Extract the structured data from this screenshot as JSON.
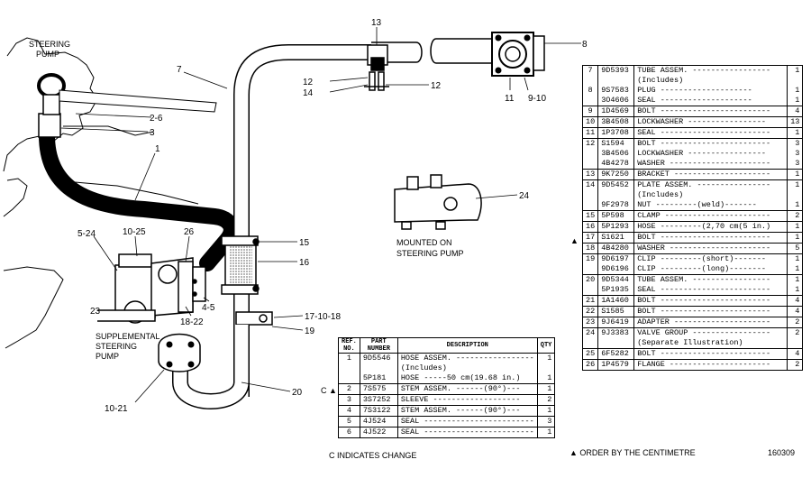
{
  "diagram": {
    "labels": {
      "steering_pump": "STEERING\nPUMP",
      "mounted_on": "MOUNTED ON\nSTEERING PUMP",
      "supplemental_pump": "SUPPLEMENTAL\nSTEERING\nPUMP"
    },
    "callouts": [
      "13",
      "8",
      "7",
      "12",
      "14",
      "12",
      "11",
      "9-10",
      "2-6",
      "3",
      "1",
      "24",
      "5-24",
      "10-25",
      "26",
      "15",
      "16",
      "23",
      "18-22",
      "4-5",
      "17-10-18",
      "19",
      "20",
      "10-21"
    ]
  },
  "right_table": {
    "rows": [
      {
        "ref": "7",
        "part": "9D5393",
        "desc": "TUBE ASSEM. -----------------",
        "qty": "1",
        "group_start": true
      },
      {
        "ref": "",
        "part": "",
        "desc": "   (Includes)",
        "qty": ""
      },
      {
        "ref": "8",
        "part": "9S7583",
        "desc": "   PLUG --------------------",
        "qty": "1"
      },
      {
        "ref": "",
        "part": "3O4606",
        "desc": "   SEAL --------------------",
        "qty": "1"
      },
      {
        "ref": "9",
        "part": "1D4569",
        "desc": "BOLT ------------------------",
        "qty": "4",
        "group_start": true
      },
      {
        "ref": "10",
        "part": "3B4508",
        "desc": "LOCKWASHER -----------------",
        "qty": "13",
        "group_start": true
      },
      {
        "ref": "11",
        "part": "1P3708",
        "desc": "SEAL ------------------------",
        "qty": "1",
        "group_start": true
      },
      {
        "ref": "12",
        "part": "S1594",
        "desc": "BOLT ------------------------",
        "qty": "3",
        "group_start": true
      },
      {
        "ref": "",
        "part": "3B4506",
        "desc": "LOCKWASHER -----------------",
        "qty": "3"
      },
      {
        "ref": "",
        "part": "4B4278",
        "desc": "WASHER ----------------------",
        "qty": "3"
      },
      {
        "ref": "13",
        "part": "9K7250",
        "desc": "BRACKET ---------------------",
        "qty": "1",
        "group_start": true
      },
      {
        "ref": "14",
        "part": "9D5452",
        "desc": "PLATE ASSEM. ----------------",
        "qty": "1",
        "group_start": true
      },
      {
        "ref": "",
        "part": "",
        "desc": "   (Includes)",
        "qty": ""
      },
      {
        "ref": "",
        "part": "9F2978",
        "desc": "   NUT ---------(weld)-------",
        "qty": "1"
      },
      {
        "ref": "15",
        "part": "5P598",
        "desc": "CLAMP -----------------------",
        "qty": "2",
        "group_start": true
      },
      {
        "ref": "16",
        "part": "5P1293",
        "desc": "HOSE ---------(2,70 cm(5 in.)",
        "qty": "1",
        "group_start": true,
        "mark": "▲"
      },
      {
        "ref": "17",
        "part": "S1621",
        "desc": "BOLT ------------------------",
        "qty": "1",
        "group_start": true
      },
      {
        "ref": "18",
        "part": "4B4280",
        "desc": "WASHER ----------------------",
        "qty": "5",
        "group_start": true
      },
      {
        "ref": "19",
        "part": "9D6197",
        "desc": "CLIP ---------(short)-------",
        "qty": "1",
        "group_start": true
      },
      {
        "ref": "",
        "part": "9D6196",
        "desc": "CLIP ---------(long)--------",
        "qty": "1"
      },
      {
        "ref": "20",
        "part": "9D5344",
        "desc": "TUBE ASSEM. -----------------",
        "qty": "1",
        "group_start": true
      },
      {
        "ref": "",
        "part": "5P1935",
        "desc": "SEAL ------------------------",
        "qty": "1"
      },
      {
        "ref": "21",
        "part": "1A1460",
        "desc": "BOLT ------------------------",
        "qty": "4",
        "group_start": true
      },
      {
        "ref": "22",
        "part": "S1585",
        "desc": "BOLT ------------------------",
        "qty": "4",
        "group_start": true
      },
      {
        "ref": "23",
        "part": "9J6419",
        "desc": "ADAPTER ---------------------",
        "qty": "2",
        "group_start": true
      },
      {
        "ref": "24",
        "part": "9J3383",
        "desc": "VALVE GROUP -----------------",
        "qty": "2",
        "group_start": true
      },
      {
        "ref": "",
        "part": "",
        "desc": "   (Separate Illustration)",
        "qty": ""
      },
      {
        "ref": "25",
        "part": "6F5282",
        "desc": "BOLT ------------------------",
        "qty": "4",
        "group_start": true
      },
      {
        "ref": "26",
        "part": "1P4579",
        "desc": "FLANGE ----------------------",
        "qty": "2",
        "group_start": true
      }
    ]
  },
  "bottom_table": {
    "headers": {
      "ref": "REF.\nNO.",
      "part": "PART\nNUMBER",
      "desc": "DESCRIPTION",
      "qty": "QTY"
    },
    "rows": [
      {
        "ref": "1",
        "part": "9D5546",
        "desc": "HOSE ASSEM. -----------------",
        "qty": "1",
        "group_start": true
      },
      {
        "ref": "",
        "part": "",
        "desc": "   (Includes)",
        "qty": ""
      },
      {
        "ref": "",
        "part": "5P181",
        "desc": "   HOSE -----50 cm(19.68 in.)",
        "qty": "1"
      },
      {
        "ref": "2",
        "part": "7S575",
        "desc": "   STEM ASSEM. ------(90°)---",
        "qty": "1",
        "group_start": true
      },
      {
        "ref": "3",
        "part": "3S7252",
        "desc": "   SLEEVE -------------------",
        "qty": "2",
        "group_start": true
      },
      {
        "ref": "4",
        "part": "7S3122",
        "desc": "   STEM ASSEM. ------(90°)---",
        "qty": "1",
        "group_start": true
      },
      {
        "ref": "5",
        "part": "4J524",
        "desc": "SEAL ------------------------",
        "qty": "3",
        "group_start": true
      },
      {
        "ref": "6",
        "part": "4J522",
        "desc": "SEAL ------------------------",
        "qty": "1",
        "group_start": true
      }
    ]
  },
  "marks": {
    "c_triangle": "C ▲"
  },
  "footer": {
    "change_note": "C INDICATES CHANGE",
    "order_note": "▲ ORDER BY THE CENTIMETRE",
    "figure_id": "160309"
  }
}
